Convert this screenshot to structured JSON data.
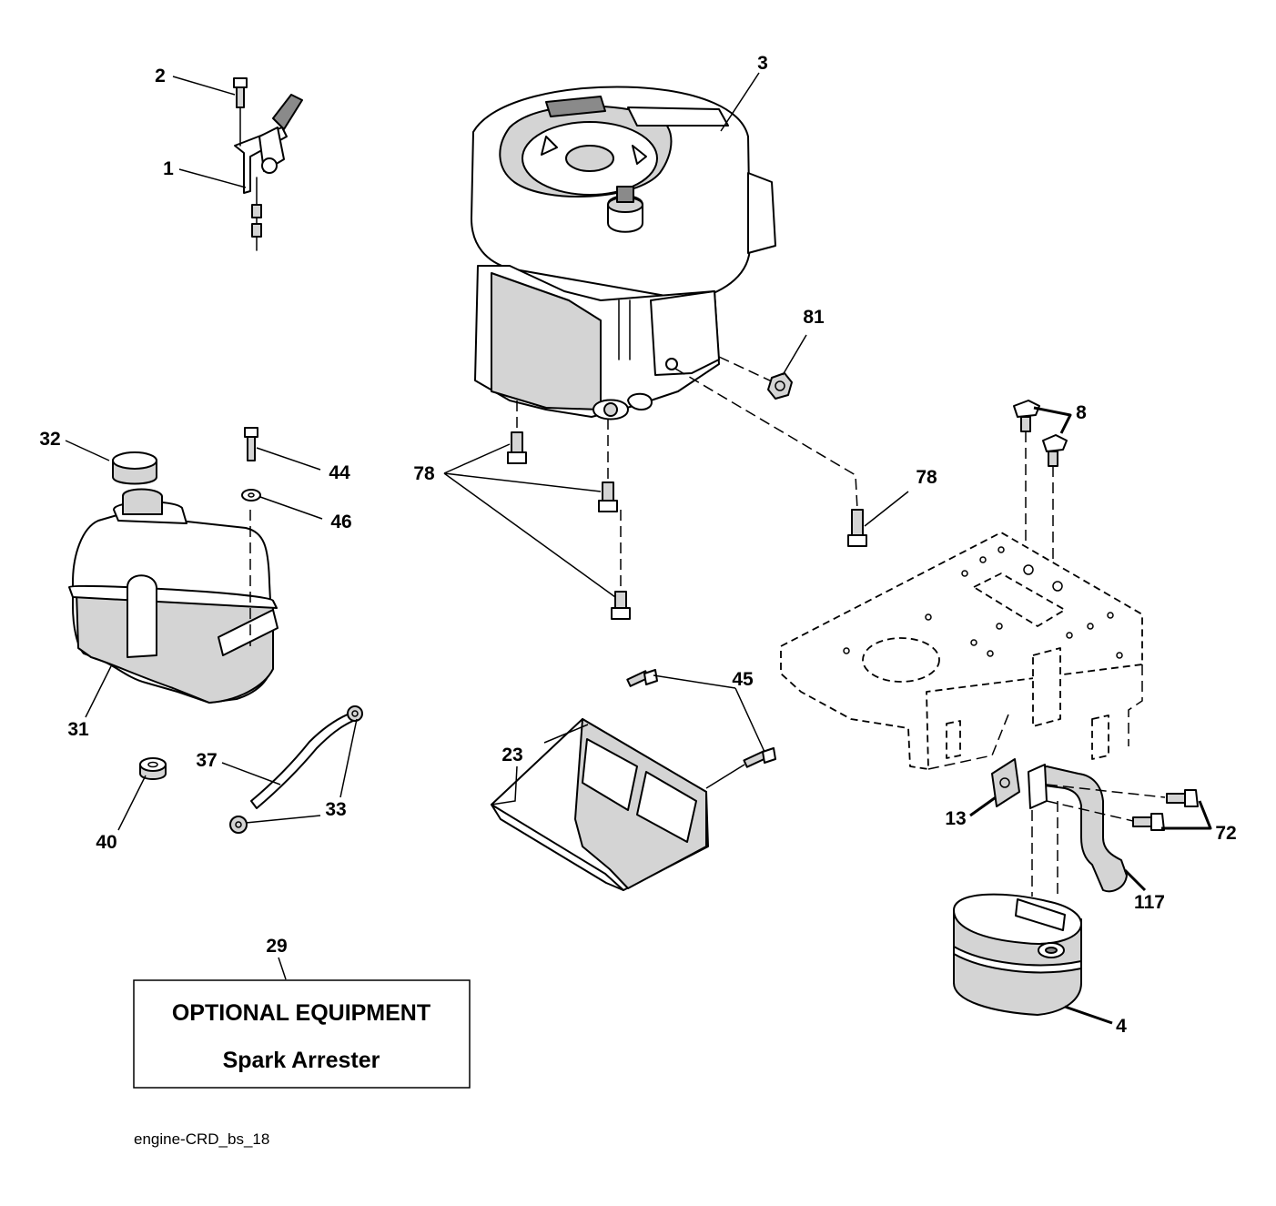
{
  "callouts": [
    {
      "id": "c1",
      "text": "1"
    },
    {
      "id": "c2",
      "text": "2"
    },
    {
      "id": "c3",
      "text": "3"
    },
    {
      "id": "c4",
      "text": "4"
    },
    {
      "id": "c8",
      "text": "8"
    },
    {
      "id": "c13",
      "text": "13"
    },
    {
      "id": "c23",
      "text": "23"
    },
    {
      "id": "c29",
      "text": "29"
    },
    {
      "id": "c31",
      "text": "31"
    },
    {
      "id": "c32",
      "text": "32"
    },
    {
      "id": "c33",
      "text": "33"
    },
    {
      "id": "c37",
      "text": "37"
    },
    {
      "id": "c40",
      "text": "40"
    },
    {
      "id": "c44",
      "text": "44"
    },
    {
      "id": "c45",
      "text": "45"
    },
    {
      "id": "c46",
      "text": "46"
    },
    {
      "id": "c72",
      "text": "72"
    },
    {
      "id": "c78a",
      "text": "78"
    },
    {
      "id": "c78b",
      "text": "78"
    },
    {
      "id": "c81",
      "text": "81"
    },
    {
      "id": "c117",
      "text": "117"
    }
  ],
  "optional_box": {
    "line1": "OPTIONAL EQUIPMENT",
    "line2": "Spark Arrester"
  },
  "drawing_id": "engine-CRD_bs_18"
}
